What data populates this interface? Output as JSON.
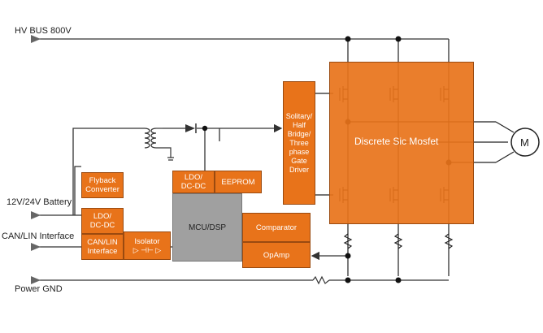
{
  "labels": {
    "hv_bus": "HV BUS 800V",
    "battery": "12V/24V Battery",
    "can_lin": "CAN/LIN Interface",
    "power_gnd": "Power GND"
  },
  "blocks": {
    "flyback": "Flyback\nConverter",
    "ldo_top": "LDO/\nDC-DC",
    "eeprom": "EEPROM",
    "ldo_left": "LDO/\nDC-DC",
    "can_lin": "CAN/LIN\nInterface",
    "isolator": "Isolator",
    "mcu": "MCU/DSP",
    "comparator": "Comparator",
    "opamp": "OpAmp",
    "gate_driver": "Solitary/\nHalf\nBridge/\nThree\nphase\nGate\nDriver",
    "mosfet": "Discrete Sic Mosfet"
  },
  "motor": {
    "label": "M"
  },
  "colors": {
    "block_orange": "#e8731a",
    "block_border": "#9a4a10",
    "mcu_gray": "#a0a0a0",
    "wire": "#333333"
  }
}
